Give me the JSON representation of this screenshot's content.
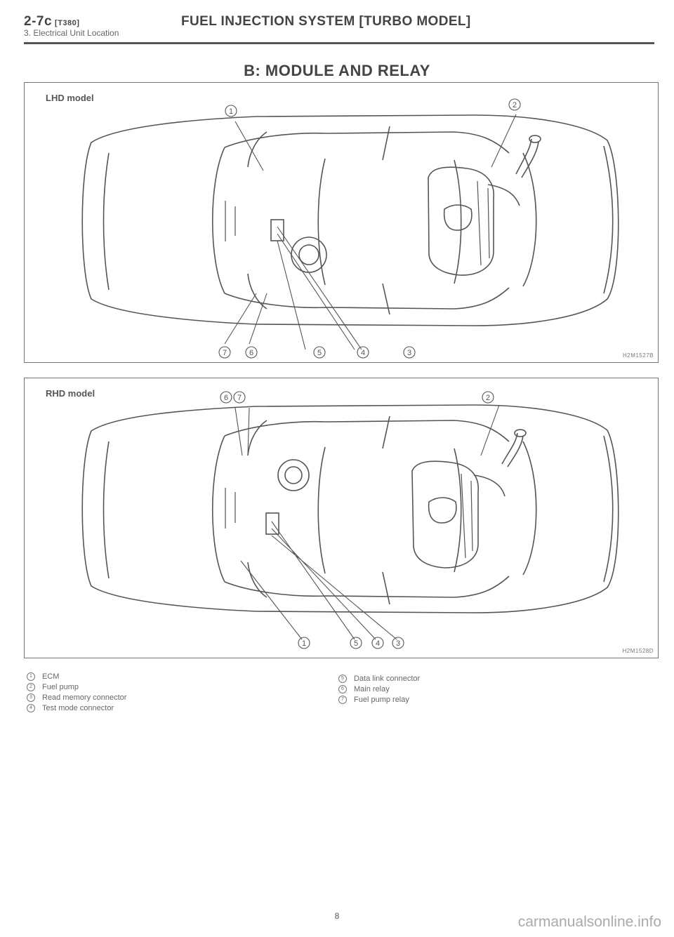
{
  "header": {
    "code": "2-7c",
    "code_sub": "[T380]",
    "title": "FUEL INJECTION SYSTEM [TURBO MODEL]",
    "section": "3. Electrical Unit Location"
  },
  "section_title": "B: MODULE AND RELAY",
  "figures": [
    {
      "label": "LHD model",
      "figure_id": "H2M1527B",
      "callouts": [
        "1",
        "2",
        "3",
        "4",
        "5",
        "6",
        "7"
      ]
    },
    {
      "label": "RHD model",
      "figure_id": "H2M1528D",
      "callouts": [
        "6",
        "7",
        "2",
        "1",
        "5",
        "4",
        "3"
      ]
    }
  ],
  "legend": {
    "left": [
      {
        "num": "1",
        "text": "ECM"
      },
      {
        "num": "2",
        "text": "Fuel pump"
      },
      {
        "num": "3",
        "text": "Read memory connector"
      },
      {
        "num": "4",
        "text": "Test mode connector"
      }
    ],
    "right": [
      {
        "num": "5",
        "text": "Data link connector"
      },
      {
        "num": "6",
        "text": "Main relay"
      },
      {
        "num": "7",
        "text": "Fuel pump relay"
      }
    ]
  },
  "page_number": "8",
  "watermark": "carmanualsonline.info"
}
